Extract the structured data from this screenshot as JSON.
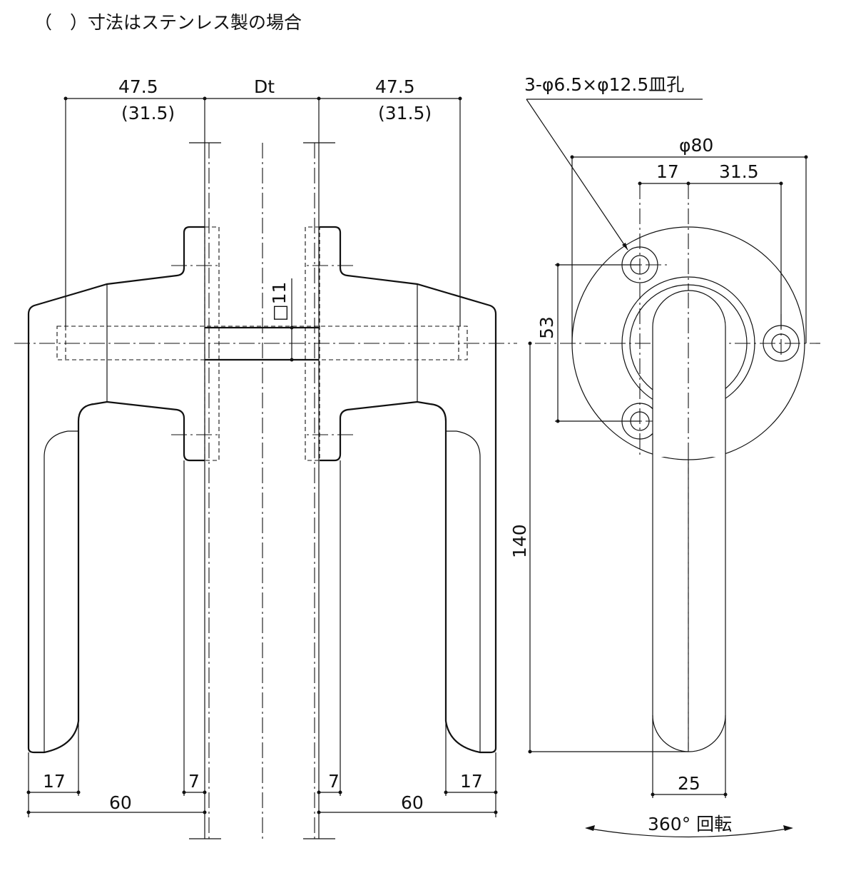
{
  "note": "（　）寸法はステンレス製の場合",
  "front_view": {
    "dim_left_top": "47.5",
    "dim_left_top_alt": "(31.5)",
    "dim_door": "Dt",
    "dim_right_top": "47.5",
    "dim_right_top_alt": "(31.5)",
    "dim_spindle": "□11",
    "dim_left_grip": "17",
    "dim_left_rose": "7",
    "dim_left_total": "60",
    "dim_right_grip": "17",
    "dim_right_rose": "7",
    "dim_right_total": "60"
  },
  "side_view": {
    "hole_callout": "3-φ6.5×φ12.5皿孔",
    "dim_diameter": "φ80",
    "dim_hole_offset_left": "17",
    "dim_hole_offset_right": "31.5",
    "dim_hole_pitch": "53",
    "dim_lever_length": "140",
    "dim_lever_width": "25",
    "rotation": "360°  回転"
  }
}
